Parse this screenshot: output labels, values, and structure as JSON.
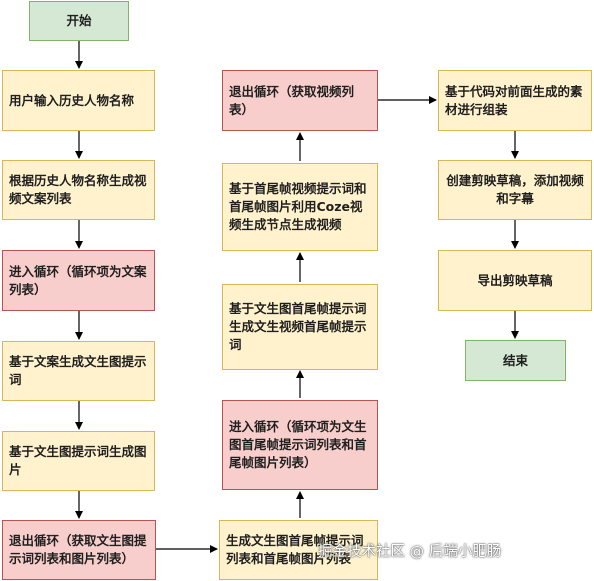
{
  "nodes": {
    "start": "开始",
    "input_name": "用户输入历史人物名称",
    "gen_script": "根据历史人物名称生成视频文案列表",
    "loop1_enter": "进入循环（循环项为文案列表）",
    "gen_img_prompt": "基于文案生成文生图提示词",
    "gen_image": "基于文生图提示词生成图片",
    "loop1_exit": "退出循环（获取文生图提示词列表和图片列表）",
    "gen_frame_prompts": "生成文生图首尾帧提示词列表和首尾帧图片列表",
    "loop2_enter": "进入循环（循环项为文生图首尾帧提示词列表和首尾帧图片列表）",
    "gen_video_prompt": "基于文生图首尾帧提示词生成文生视频首尾帧提示词",
    "gen_video": "基于首尾帧视频提示词和首尾帧图片利用Coze视频生成节点生成视频",
    "loop2_exit": "退出循环（获取视频列表）",
    "assemble": "基于代码对前面生成的素材进行组装",
    "create_draft": "创建剪映草稿，添加视频和字幕",
    "export_draft": "导出剪映草稿",
    "end": "结束"
  },
  "watermark": "掘金技术社区 @ 后端小肥肠",
  "colors": {
    "process_fill": "#fff2cc",
    "process_border": "#d6b656",
    "loop_fill": "#f8cecc",
    "loop_border": "#b85450",
    "terminal_fill": "#d5e8d4",
    "terminal_border": "#82b366",
    "arrow": "#000000"
  }
}
